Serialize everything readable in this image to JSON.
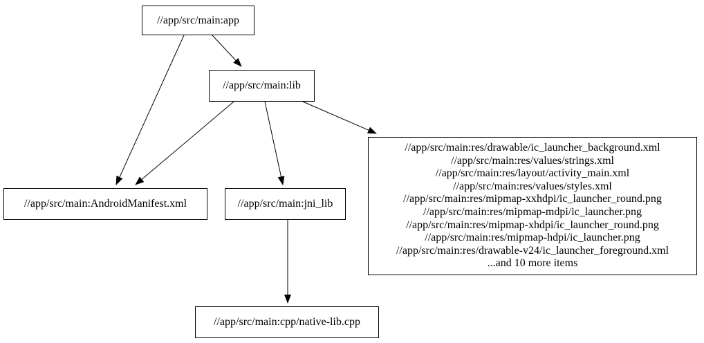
{
  "graph": {
    "type": "dependency-graph",
    "background_color": "#ffffff",
    "node_fill_color": "#ffffff",
    "node_border_color": "#000000",
    "edge_color": "#000000",
    "text_color": "#000000",
    "nodes": {
      "app": {
        "label": "//app/src/main:app"
      },
      "lib": {
        "label": "//app/src/main:lib"
      },
      "android_manifest": {
        "label": "//app/src/main:AndroidManifest.xml"
      },
      "jni_lib": {
        "label": "//app/src/main:jni_lib"
      },
      "res_files": {
        "lines": [
          "//app/src/main:res/drawable/ic_launcher_background.xml",
          "//app/src/main:res/values/strings.xml",
          "//app/src/main:res/layout/activity_main.xml",
          "//app/src/main:res/values/styles.xml",
          "//app/src/main:res/mipmap-xxhdpi/ic_launcher_round.png",
          "//app/src/main:res/mipmap-mdpi/ic_launcher.png",
          "//app/src/main:res/mipmap-xhdpi/ic_launcher_round.png",
          "//app/src/main:res/mipmap-hdpi/ic_launcher.png",
          "//app/src/main:res/drawable-v24/ic_launcher_foreground.xml",
          "...and 10 more items"
        ]
      },
      "native_lib_cpp": {
        "label": "//app/src/main:cpp/native-lib.cpp"
      }
    },
    "edges": [
      {
        "from": "app",
        "to": "lib"
      },
      {
        "from": "app",
        "to": "android_manifest"
      },
      {
        "from": "lib",
        "to": "android_manifest"
      },
      {
        "from": "lib",
        "to": "jni_lib"
      },
      {
        "from": "lib",
        "to": "res_files"
      },
      {
        "from": "jni_lib",
        "to": "native_lib_cpp"
      }
    ]
  }
}
